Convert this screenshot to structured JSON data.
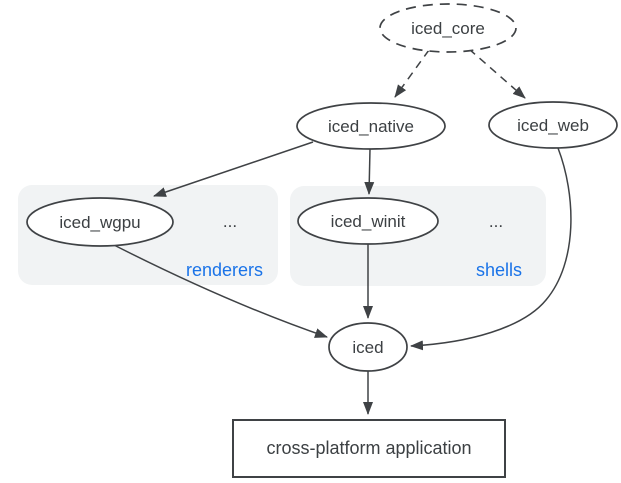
{
  "diagram": {
    "nodes": {
      "iced_core": "iced_core",
      "iced_native": "iced_native",
      "iced_web": "iced_web",
      "iced_wgpu": "iced_wgpu",
      "iced_winit": "iced_winit",
      "iced": "iced",
      "application": "cross-platform application"
    },
    "groups": {
      "renderers": {
        "label": "renderers",
        "ellipsis": "..."
      },
      "shells": {
        "label": "shells",
        "ellipsis": "..."
      }
    },
    "edges": [
      {
        "from": "iced_core",
        "to": "iced_native",
        "style": "dashed"
      },
      {
        "from": "iced_core",
        "to": "iced_web",
        "style": "dashed"
      },
      {
        "from": "iced_native",
        "to": "iced_wgpu",
        "style": "solid"
      },
      {
        "from": "iced_native",
        "to": "iced_winit",
        "style": "solid"
      },
      {
        "from": "iced_wgpu",
        "to": "iced",
        "style": "solid"
      },
      {
        "from": "iced_winit",
        "to": "iced",
        "style": "solid"
      },
      {
        "from": "iced_web",
        "to": "iced",
        "style": "solid"
      },
      {
        "from": "iced",
        "to": "application",
        "style": "solid"
      }
    ],
    "colors": {
      "stroke": "#3f4245",
      "text": "#3c4043",
      "accent_blue": "#1a73e8",
      "group_fill": "#f1f3f4",
      "background": "#ffffff"
    }
  }
}
